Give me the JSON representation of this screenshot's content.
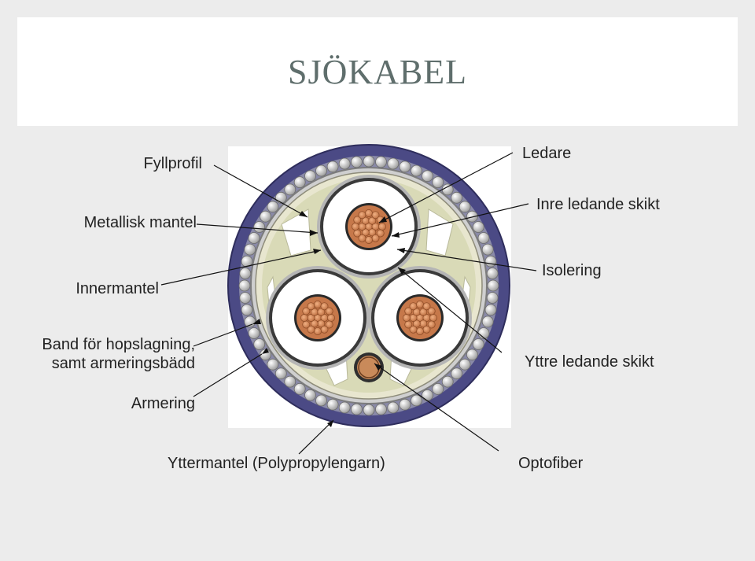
{
  "slide": {
    "title": "SJÖKABEL"
  },
  "labels": {
    "fyllprofil": "Fyllprofil",
    "metallisk_mantel": "Metallisk mantel",
    "innermantel": "Innermantel",
    "band_line1": "Band för hopslagning,",
    "band_line2": "samt armeringsbädd",
    "armering": "Armering",
    "yttermantel": "Yttermantel (Polypropylengarn)",
    "optofiber": "Optofiber",
    "ledare": "Ledare",
    "inre_ledande_skikt": "Inre ledande skikt",
    "isolering": "Isolering",
    "yttre_ledande_skikt": "Yttre ledande skikt"
  },
  "colors": {
    "outer_sheath": "#4b4a85",
    "armour_wire": "#c8c8c8",
    "bedding": "#e8e6cf",
    "filler": "#d9dab7",
    "copper": "#c6784a",
    "conductor_screen": "#2a2a2a",
    "insulation": "#ffffff",
    "leader_line": "#111111"
  }
}
